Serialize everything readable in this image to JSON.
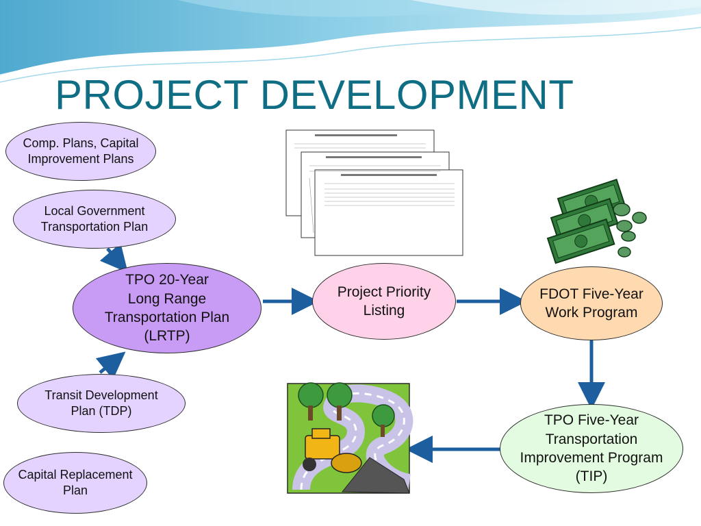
{
  "slide": {
    "title": "PROJECT DEVELOPMENT"
  },
  "nodes": {
    "comp_plans": "Comp. Plans, Capital\nImprovement Plans",
    "local_gov": "Local Government\nTransportation Plan",
    "lrtp": "TPO 20-Year\nLong Range\nTransportation Plan\n(LRTP)",
    "transit": "Transit Development\nPlan (TDP)",
    "capital_replacement": "Capital Replacement\nPlan",
    "priority_listing": "Project Priority\nListing",
    "fdot": "FDOT Five-Year\nWork Program",
    "tip": "TPO Five-Year\nTransportation\nImprovement Program\n(TIP)"
  },
  "colors": {
    "title": "#0f6e84",
    "arrow": "#1d5f9e",
    "wave_dark": "#5fb6d6",
    "wave_light": "#bfe6f3"
  },
  "images": [
    "document-stack-clipart",
    "money-stack-clipart",
    "road-paver-clipart"
  ]
}
